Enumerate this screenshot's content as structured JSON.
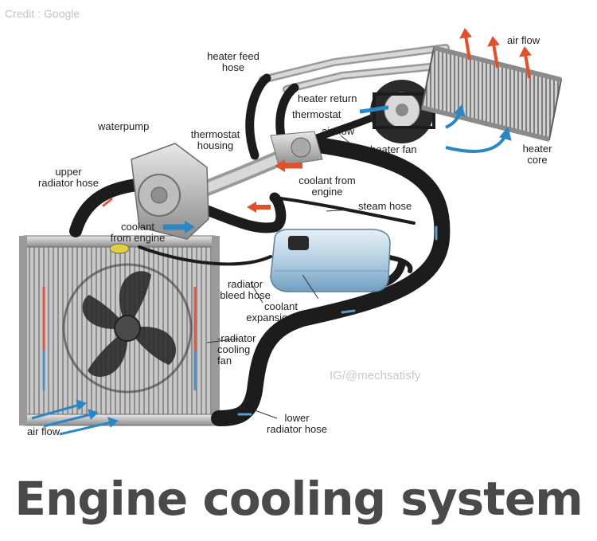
{
  "credit": "Credit : Google",
  "watermark": "IG/@mechsatisfy",
  "title": "Engine cooling system",
  "labels": {
    "heater_feed_hose": "heater feed\nhose",
    "air_flow_top": "air flow",
    "heater_return": "heater return",
    "thermostat": "thermostat",
    "air_flow_mid": "air flow",
    "heater_fan": "heater fan",
    "heater_core": "heater\ncore",
    "waterpump": "waterpump",
    "thermostat_housing": "thermostat\nhousing",
    "upper_radiator_hose": "upper\nradiator hose",
    "coolant_from_engine_right": "coolant from\nengine",
    "steam_hose": "steam hose",
    "coolant_from_engine_left": "coolant\nfrom engine",
    "radiator_bleed_hose": "radiator\nbleed hose",
    "coolant_expansion_tank": "coolant\nexpansion tank",
    "radiator_cooling_fan": "-radiator\ncooling\nfan",
    "air_flow_bottom": "air flow",
    "lower_radiator_hose": "lower\nradiator hose"
  },
  "colors": {
    "hose": "#1c1c1c",
    "pipe": "#b4b4b4",
    "coolant": "#8fb9d6",
    "arrow_hot": "#e0502a",
    "arrow_cold": "#2b86c4",
    "title": "#4a4a4a"
  }
}
